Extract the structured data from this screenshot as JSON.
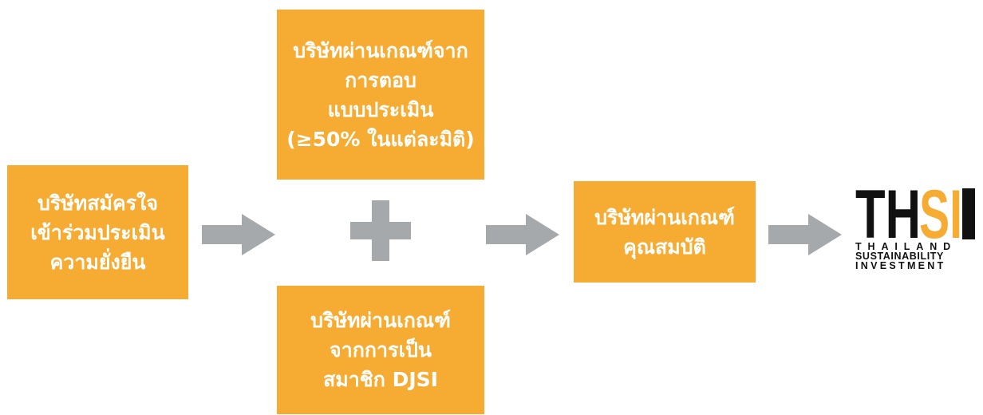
{
  "boxes": {
    "start": {
      "lines": [
        "บริษัทสมัครใจ",
        "เข้าร่วมประเมิน",
        "ความยั่งยืน"
      ]
    },
    "top": {
      "lines": [
        "บริษัทผ่านเกณฑ์จาก",
        "การตอบ",
        "แบบประเมิน",
        "(≥50% ในแต่ละมิติ)"
      ]
    },
    "bottom": {
      "lines": [
        "บริษัทผ่านเกณฑ์",
        "จากการเป็น",
        "สมาชิก DJSI"
      ]
    },
    "result": {
      "lines": [
        "บริษัทผ่านเกณฑ์",
        "คุณสมบัติ"
      ]
    }
  },
  "connectors": {
    "arrow_icon": "arrow-right-icon",
    "plus_icon": "plus-icon"
  },
  "logo": {
    "mark_left": "TH",
    "mark_right": "SI",
    "line1": "THAILAND",
    "line2": "SUSTAINABILITY",
    "line3": "INVESTMENT"
  },
  "colors": {
    "box": "#F6AC33",
    "box_text": "#FFFFFF",
    "arrow": "#A5A9AC",
    "logo_dark": "#111111",
    "logo_accent": "#F6AC33"
  }
}
